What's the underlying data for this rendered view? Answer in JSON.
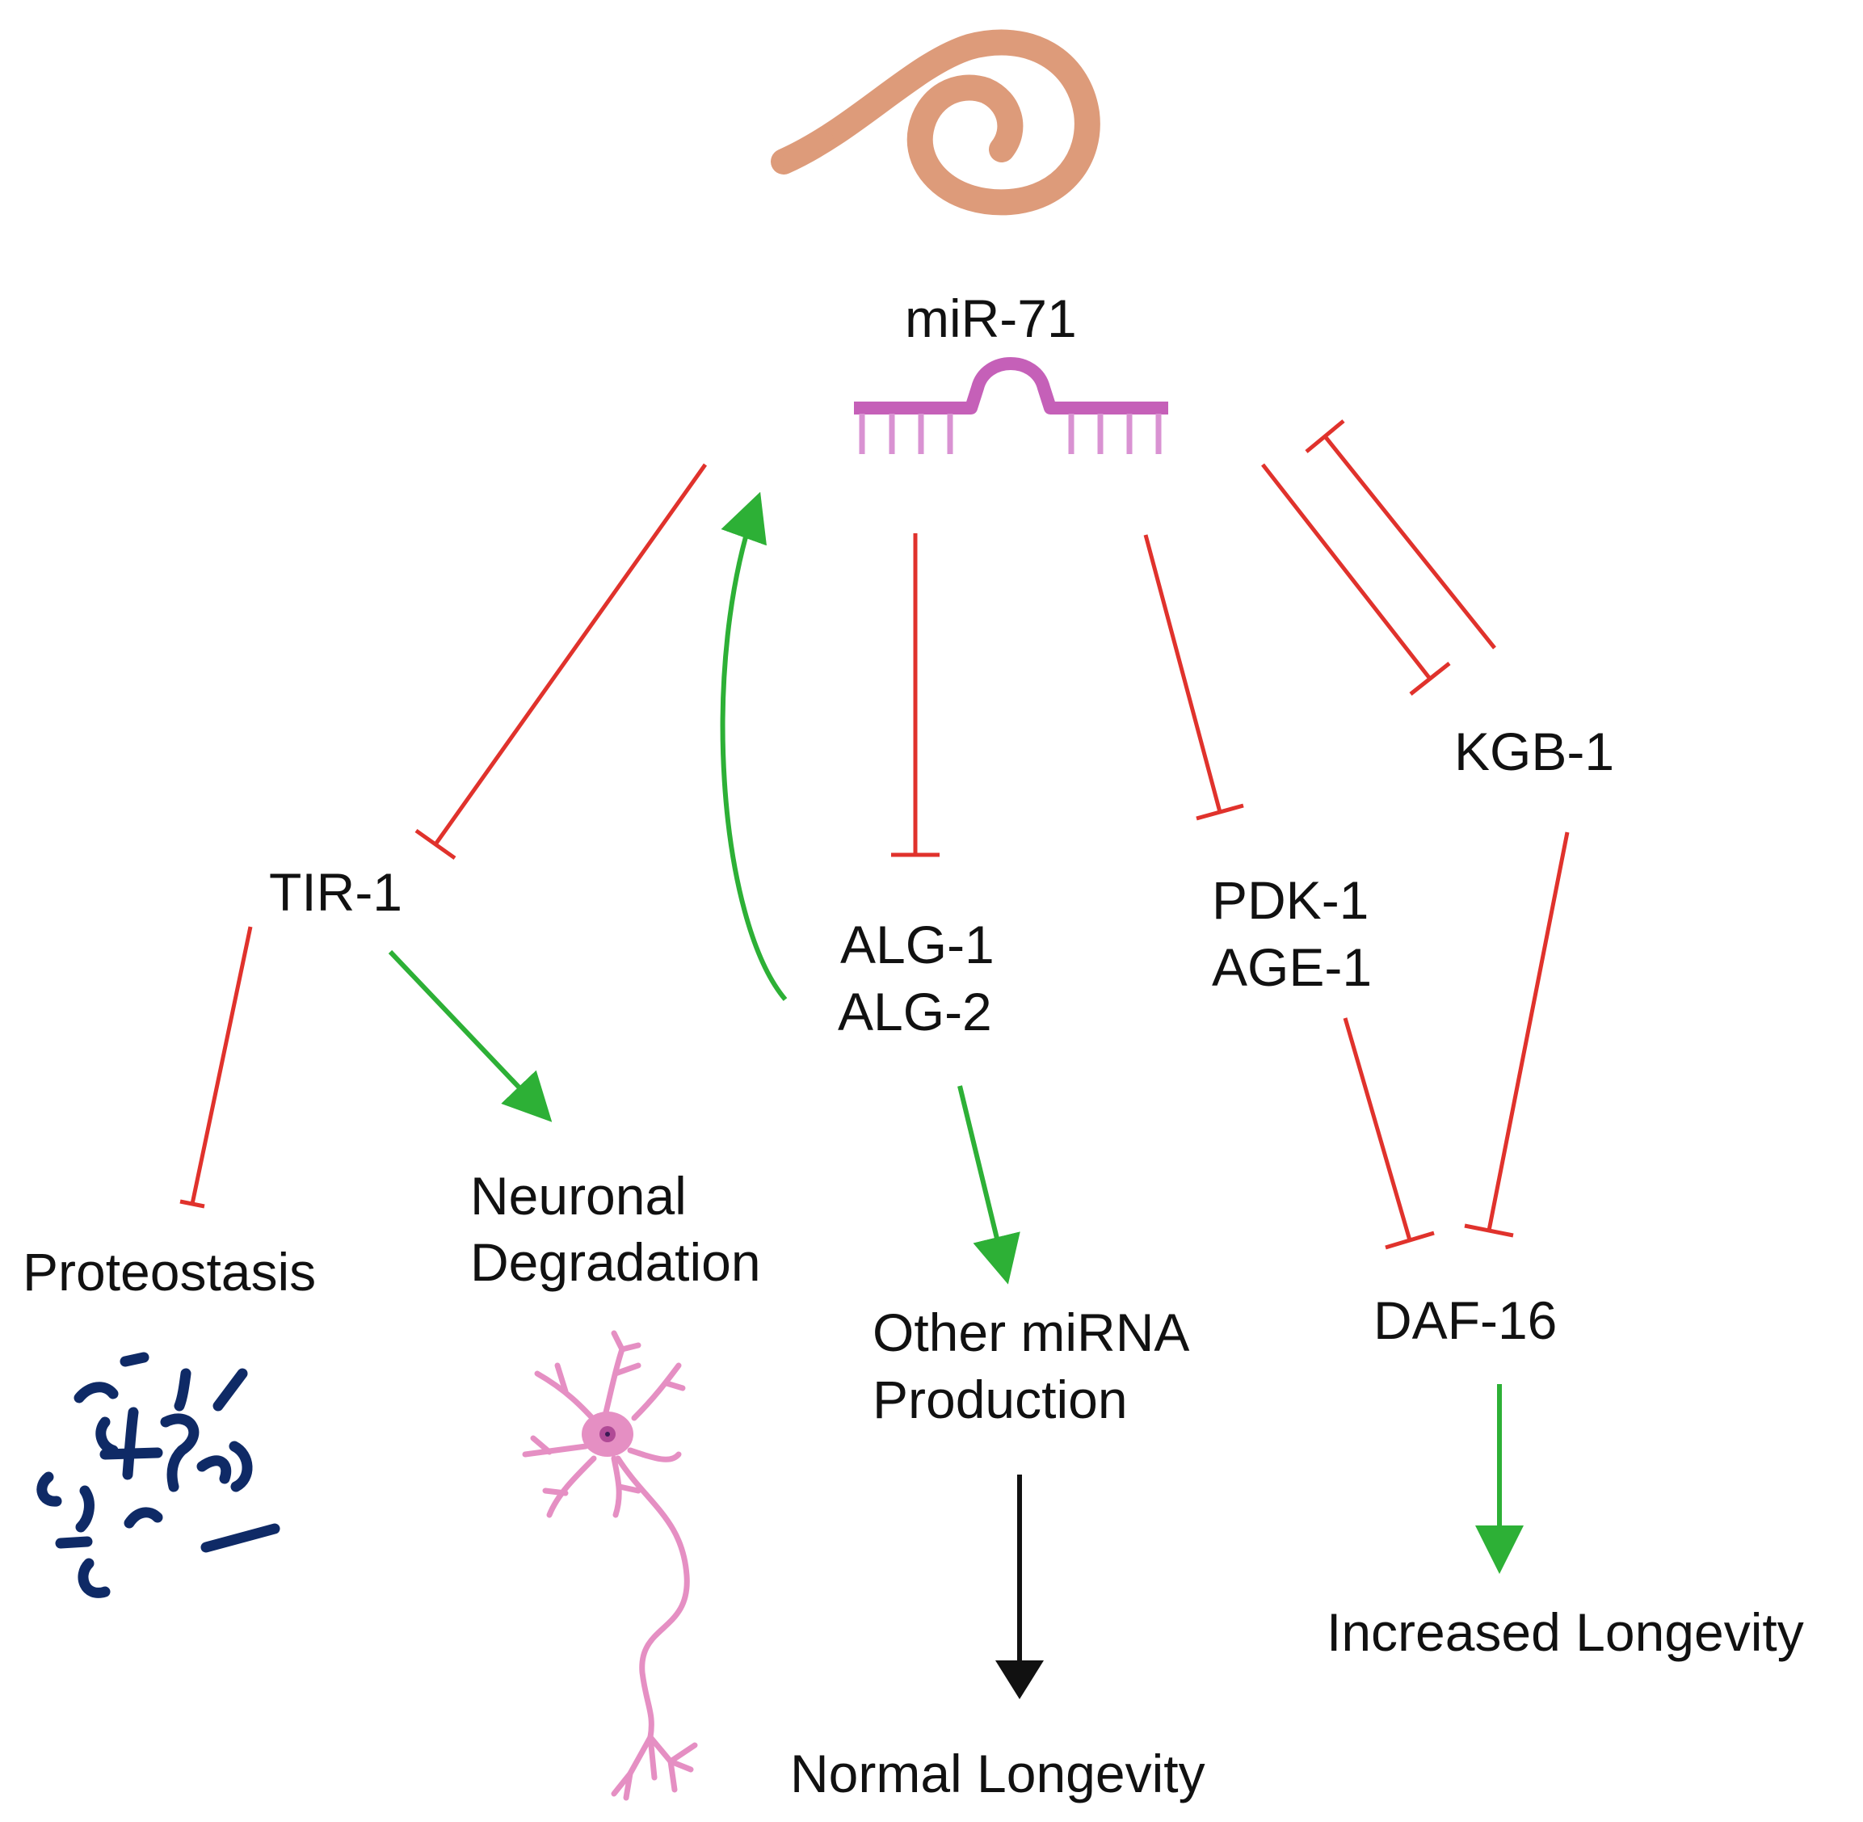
{
  "nodes": {
    "mir71": "miR-71",
    "tir1": "TIR-1",
    "alg1": "ALG-1",
    "alg2": "ALG-2",
    "pdk1": "PDK-1",
    "age1": "AGE-1",
    "kgb1": "KGB-1",
    "daf16": "DAF-16",
    "proteostasis": "Proteostasis",
    "neuronal_1": "Neuronal",
    "neuronal_2": "Degradation",
    "other_1": "Other miRNA",
    "other_2": "Production",
    "normal": "Normal Longevity",
    "increased": "Increased Longevity"
  },
  "edges": [
    {
      "from": "miR-71",
      "to": "TIR-1",
      "type": "inhibition"
    },
    {
      "from": "miR-71",
      "to": "ALG-1/ALG-2",
      "type": "inhibition"
    },
    {
      "from": "miR-71",
      "to": "PDK-1/AGE-1",
      "type": "inhibition"
    },
    {
      "from": "miR-71",
      "to": "KGB-1",
      "type": "inhibition"
    },
    {
      "from": "KGB-1",
      "to": "miR-71",
      "type": "inhibition"
    },
    {
      "from": "ALG-1/ALG-2",
      "to": "miR-71",
      "type": "activation"
    },
    {
      "from": "TIR-1",
      "to": "Proteostasis",
      "type": "inhibition"
    },
    {
      "from": "TIR-1",
      "to": "Neuronal Degradation",
      "type": "activation"
    },
    {
      "from": "ALG-1/ALG-2",
      "to": "Other miRNA Production",
      "type": "activation"
    },
    {
      "from": "Other miRNA Production",
      "to": "Normal Longevity",
      "type": "arrow"
    },
    {
      "from": "PDK-1/AGE-1",
      "to": "DAF-16",
      "type": "inhibition"
    },
    {
      "from": "KGB-1",
      "to": "DAF-16",
      "type": "inhibition"
    },
    {
      "from": "DAF-16",
      "to": "Increased Longevity",
      "type": "activation"
    }
  ],
  "colors": {
    "inhibition": "#e0322c",
    "activation": "#2db036",
    "arrow": "#111111",
    "worm": "#dd9b7a",
    "mirna": "#c560b8",
    "protein": "#0f2a66",
    "neuron": "#e58fc3"
  },
  "icons": [
    "worm-icon",
    "mirna-hairpin-icon",
    "protein-aggregate-icon",
    "neuron-icon"
  ]
}
